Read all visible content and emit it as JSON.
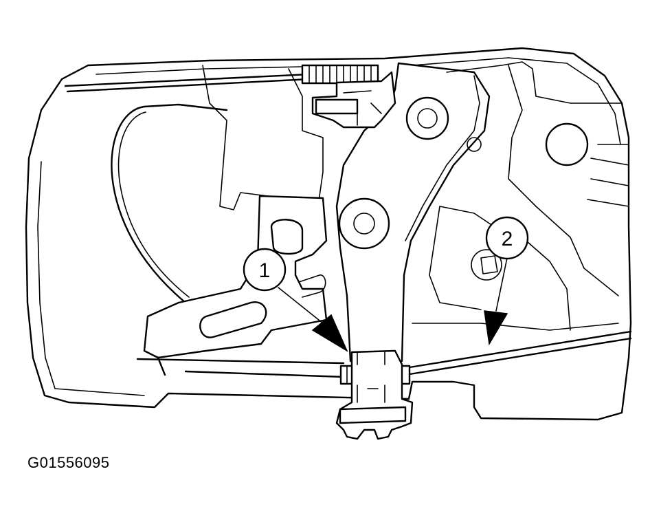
{
  "figure": {
    "id": "G01556095",
    "callouts": [
      {
        "label": "1"
      },
      {
        "label": "2"
      }
    ]
  },
  "colors": {
    "ink": "#000000",
    "paper": "#ffffff"
  }
}
